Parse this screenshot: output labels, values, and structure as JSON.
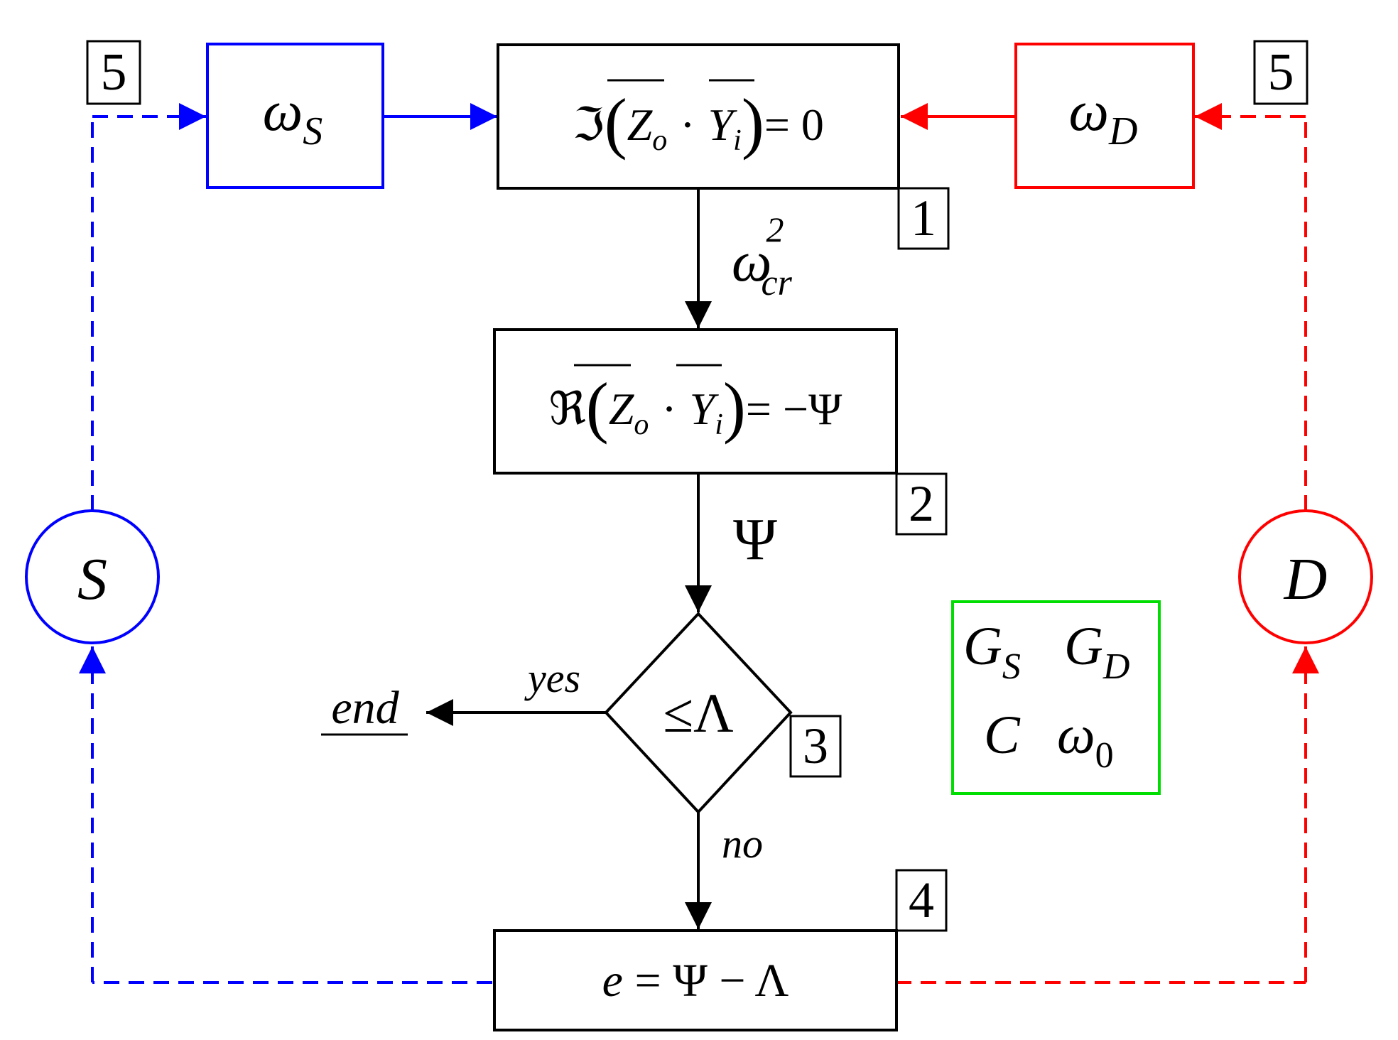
{
  "colors": {
    "s_branch": "#0000ff",
    "d_branch": "#ff0000",
    "params_box": "#00dd00",
    "main": "#000000"
  },
  "nodes": {
    "omega_s": {
      "sym": "ω",
      "sub": "S"
    },
    "omega_d": {
      "sym": "ω",
      "sub": "D"
    },
    "step1": {
      "op": "ℑ",
      "open": "(",
      "z": "Z",
      "z_sub": "o",
      "dot": "·",
      "y": "Y",
      "y_sub": "i",
      "close": ")",
      "rhs": "= 0"
    },
    "step2": {
      "op": "ℜ",
      "open": "(",
      "z": "Z",
      "z_sub": "o",
      "dot": "·",
      "y": "Y",
      "y_sub": "i",
      "close": ")",
      "rhs": "= −Ψ"
    },
    "decision": {
      "text": "≤Λ"
    },
    "step4": {
      "lhs": "e",
      "rhs": "= Ψ − Λ"
    },
    "s_circle": "S",
    "d_circle": "D",
    "params": {
      "g_s": "G",
      "g_s_sub": "S",
      "g_d": "G",
      "g_d_sub": "D",
      "c": "C",
      "omega0": "ω",
      "omega0_sub": "0"
    }
  },
  "badges": {
    "n1": "1",
    "n2": "2",
    "n3": "3",
    "n4": "4",
    "n5_left": "5",
    "n5_right": "5"
  },
  "edge_labels": {
    "omega_cr": "ω",
    "omega_cr_sub": "cr",
    "omega_cr_sup": "2",
    "psi": "Ψ",
    "yes": "yes",
    "no": "no",
    "end": "end"
  }
}
